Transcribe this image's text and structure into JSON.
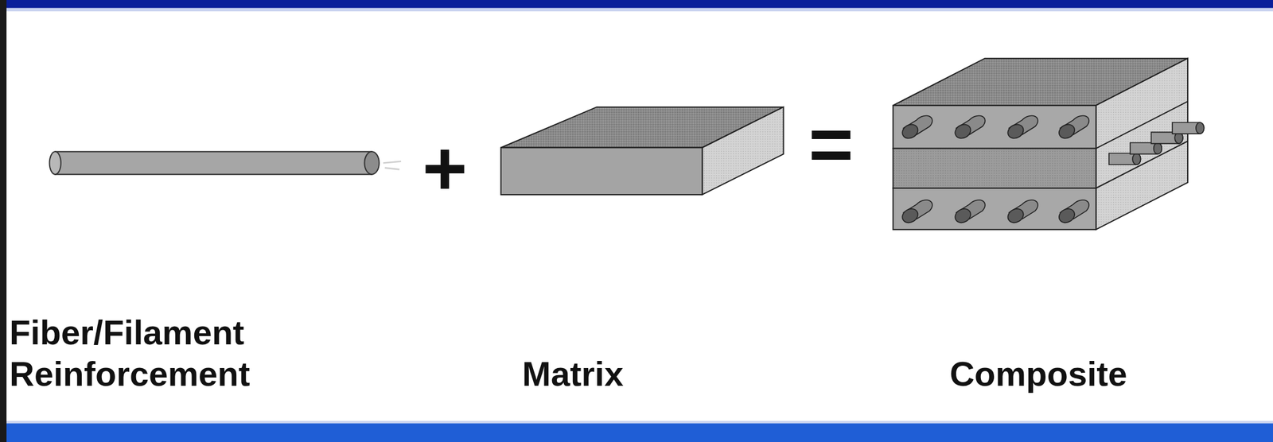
{
  "diagram": {
    "labels": [
      "Fiber/Filament Reinforcement",
      "+",
      "Matrix",
      "=",
      "Composite"
    ]
  }
}
